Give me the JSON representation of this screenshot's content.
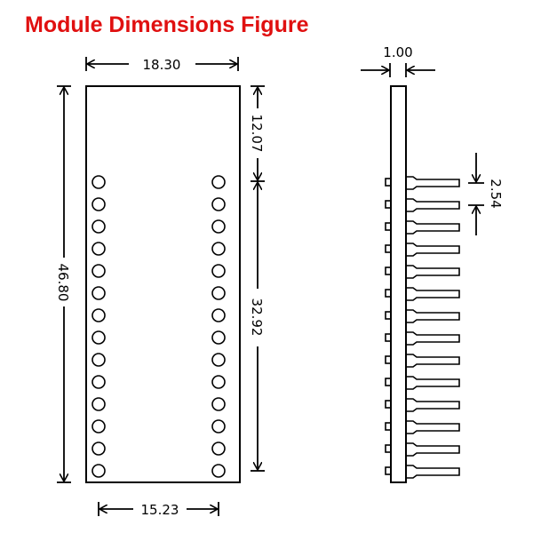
{
  "title": "Module Dimensions Figure",
  "colors": {
    "title": "#e01010",
    "lines": "#000000"
  },
  "dimensions": {
    "width": "18.30",
    "height": "46.80",
    "top_to_first_pin": "12.07",
    "pin_row_length": "32.92",
    "pin_row_spacing": "15.23",
    "thickness": "1.00",
    "pin_pitch": "2.54"
  },
  "pins_per_side": 14
}
